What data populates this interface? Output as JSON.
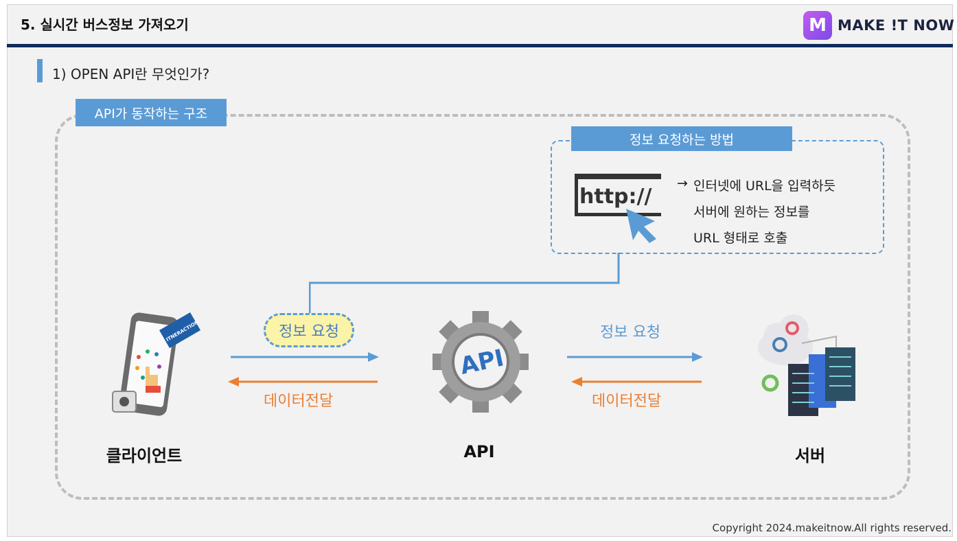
{
  "header": {
    "title": "5. 실시간 버스정보 가져오기"
  },
  "logo": {
    "mark": "M",
    "text": "MAKE !T NOW"
  },
  "section": {
    "title": "1) OPEN API란 무엇인가?"
  },
  "diagram": {
    "outer_label": "API가 동작하는 구조",
    "inner_label": "정보 요청하는 방법",
    "http_text": "http://",
    "arrow_glyph": "→",
    "description": [
      "인터넷에 URL을 입력하듯",
      "서버에 원하는 정보를",
      "URL 형태로 호출"
    ],
    "client_badge": "ITNERACTION",
    "api_badge": "API",
    "left_request": "정보 요청",
    "left_data": "데이터전달",
    "right_request": "정보 요청",
    "right_data": "데이터전달",
    "nodes": [
      "클라이언트",
      "API",
      "서버"
    ],
    "colors": {
      "blue": "#5b9bd5",
      "orange": "#ea7f32",
      "pill_fill": "#fbf3a8",
      "navy": "#0f2a5c"
    }
  },
  "footer": {
    "copyright": "Copyright 2024.makeitnow.All rights reserved."
  }
}
